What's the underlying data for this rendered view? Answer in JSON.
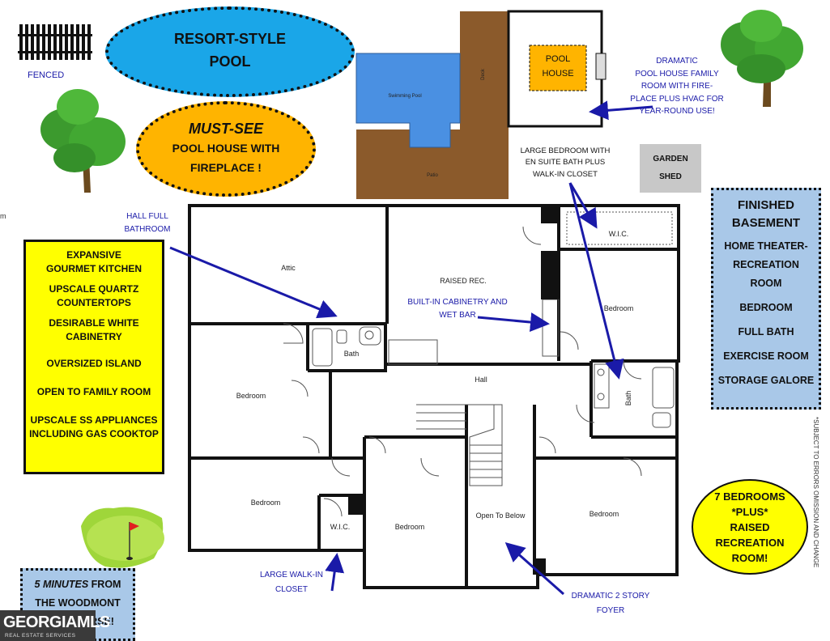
{
  "callouts": {
    "pool_ellipse": [
      "RESORT-STYLE",
      "POOL"
    ],
    "pool_house_ellipse": {
      "line1": "MUST-SEE",
      "line2": "POOL HOUSE WITH",
      "line3": "FIREPLACE !"
    },
    "kitchen_box": [
      "EXPANSIVE",
      "GOURMET KITCHEN",
      "UPSCALE QUARTZ",
      "COUNTERTOPS",
      "DESIRABLE WHITE",
      "CABINETRY",
      "OVERSIZED ISLAND",
      "OPEN TO FAMILY ROOM",
      "UPSCALE SS APPLIANCES",
      "INCLUDING GAS COOKTOP"
    ],
    "basement_box": {
      "title1": "FINISHED",
      "title2": "BASEMENT",
      "items": [
        "HOME THEATER-",
        "RECREATION",
        "ROOM",
        "BEDROOM",
        "FULL BATH",
        "EXERCISE ROOM",
        "STORAGE GALORE"
      ]
    },
    "bedrooms_circle": [
      "7 BEDROOMS",
      "*PLUS*",
      "RAISED",
      "RECREATION",
      "ROOM!"
    ],
    "golf_box": {
      "italic": "5 MINUTES",
      "rest": " FROM",
      "line2": "THE WOODMONT",
      "line3": "RSE!"
    }
  },
  "notes": {
    "fenced": "FENCED",
    "pool_house_family": [
      "DRAMATIC",
      "POOL HOUSE FAMILY",
      "ROOM WITH FIRE-",
      "PLACE PLUS HVAC FOR",
      "YEAR-ROUND USE!"
    ],
    "large_bedroom": [
      "LARGE BEDROOM WITH",
      "EN SUITE BATH PLUS",
      "WALK-IN CLOSET"
    ],
    "garden_shed": [
      "GARDEN",
      "SHED"
    ],
    "hall_bath": [
      "HALL FULL",
      "BATHROOM"
    ],
    "cabinetry": [
      "BUILT-IN CABINETRY AND",
      "WET BAR"
    ],
    "walk_in": [
      "LARGE WALK-IN",
      "CLOSET"
    ],
    "foyer": [
      "DRAMATIC 2 STORY",
      "FOYER"
    ],
    "disclaimer": "*SUBJECT TO ERRORS OMISSION AND CHANGE",
    "edge_m": "m"
  },
  "site": {
    "pool_house": [
      "POOL",
      "HOUSE"
    ],
    "swimming_pool": "Swimming Pool",
    "deck": "Deck",
    "patio": "Patio"
  },
  "rooms": {
    "attic": "Attic",
    "raised_rec": "RAISED REC.",
    "wic_top": "W.I.C.",
    "bedroom_ne": "Bedroom",
    "bath_left": "Bath",
    "hall": "Hall",
    "bath_right": "Bath",
    "bedroom_w": "Bedroom",
    "bedroom_sw": "Bedroom",
    "wic_bottom": "W.I.C.",
    "bedroom_s": "Bedroom",
    "open_to_below": "Open To Below",
    "bedroom_se": "Bedroom"
  },
  "logo": {
    "text": "GEORGIAMLS",
    "sub": "REAL ESTATE SERVICES"
  },
  "colors": {
    "pool_blue": "#4a90e2",
    "ellipse_blue": "#1aa6e8",
    "orange": "#ffb400",
    "yellow": "#ffff00",
    "basement_blue": "#a9c8e8",
    "deck_brown": "#8b5a2b",
    "note_blue": "#1a1aa8",
    "shed_gray": "#c8c8c8"
  }
}
